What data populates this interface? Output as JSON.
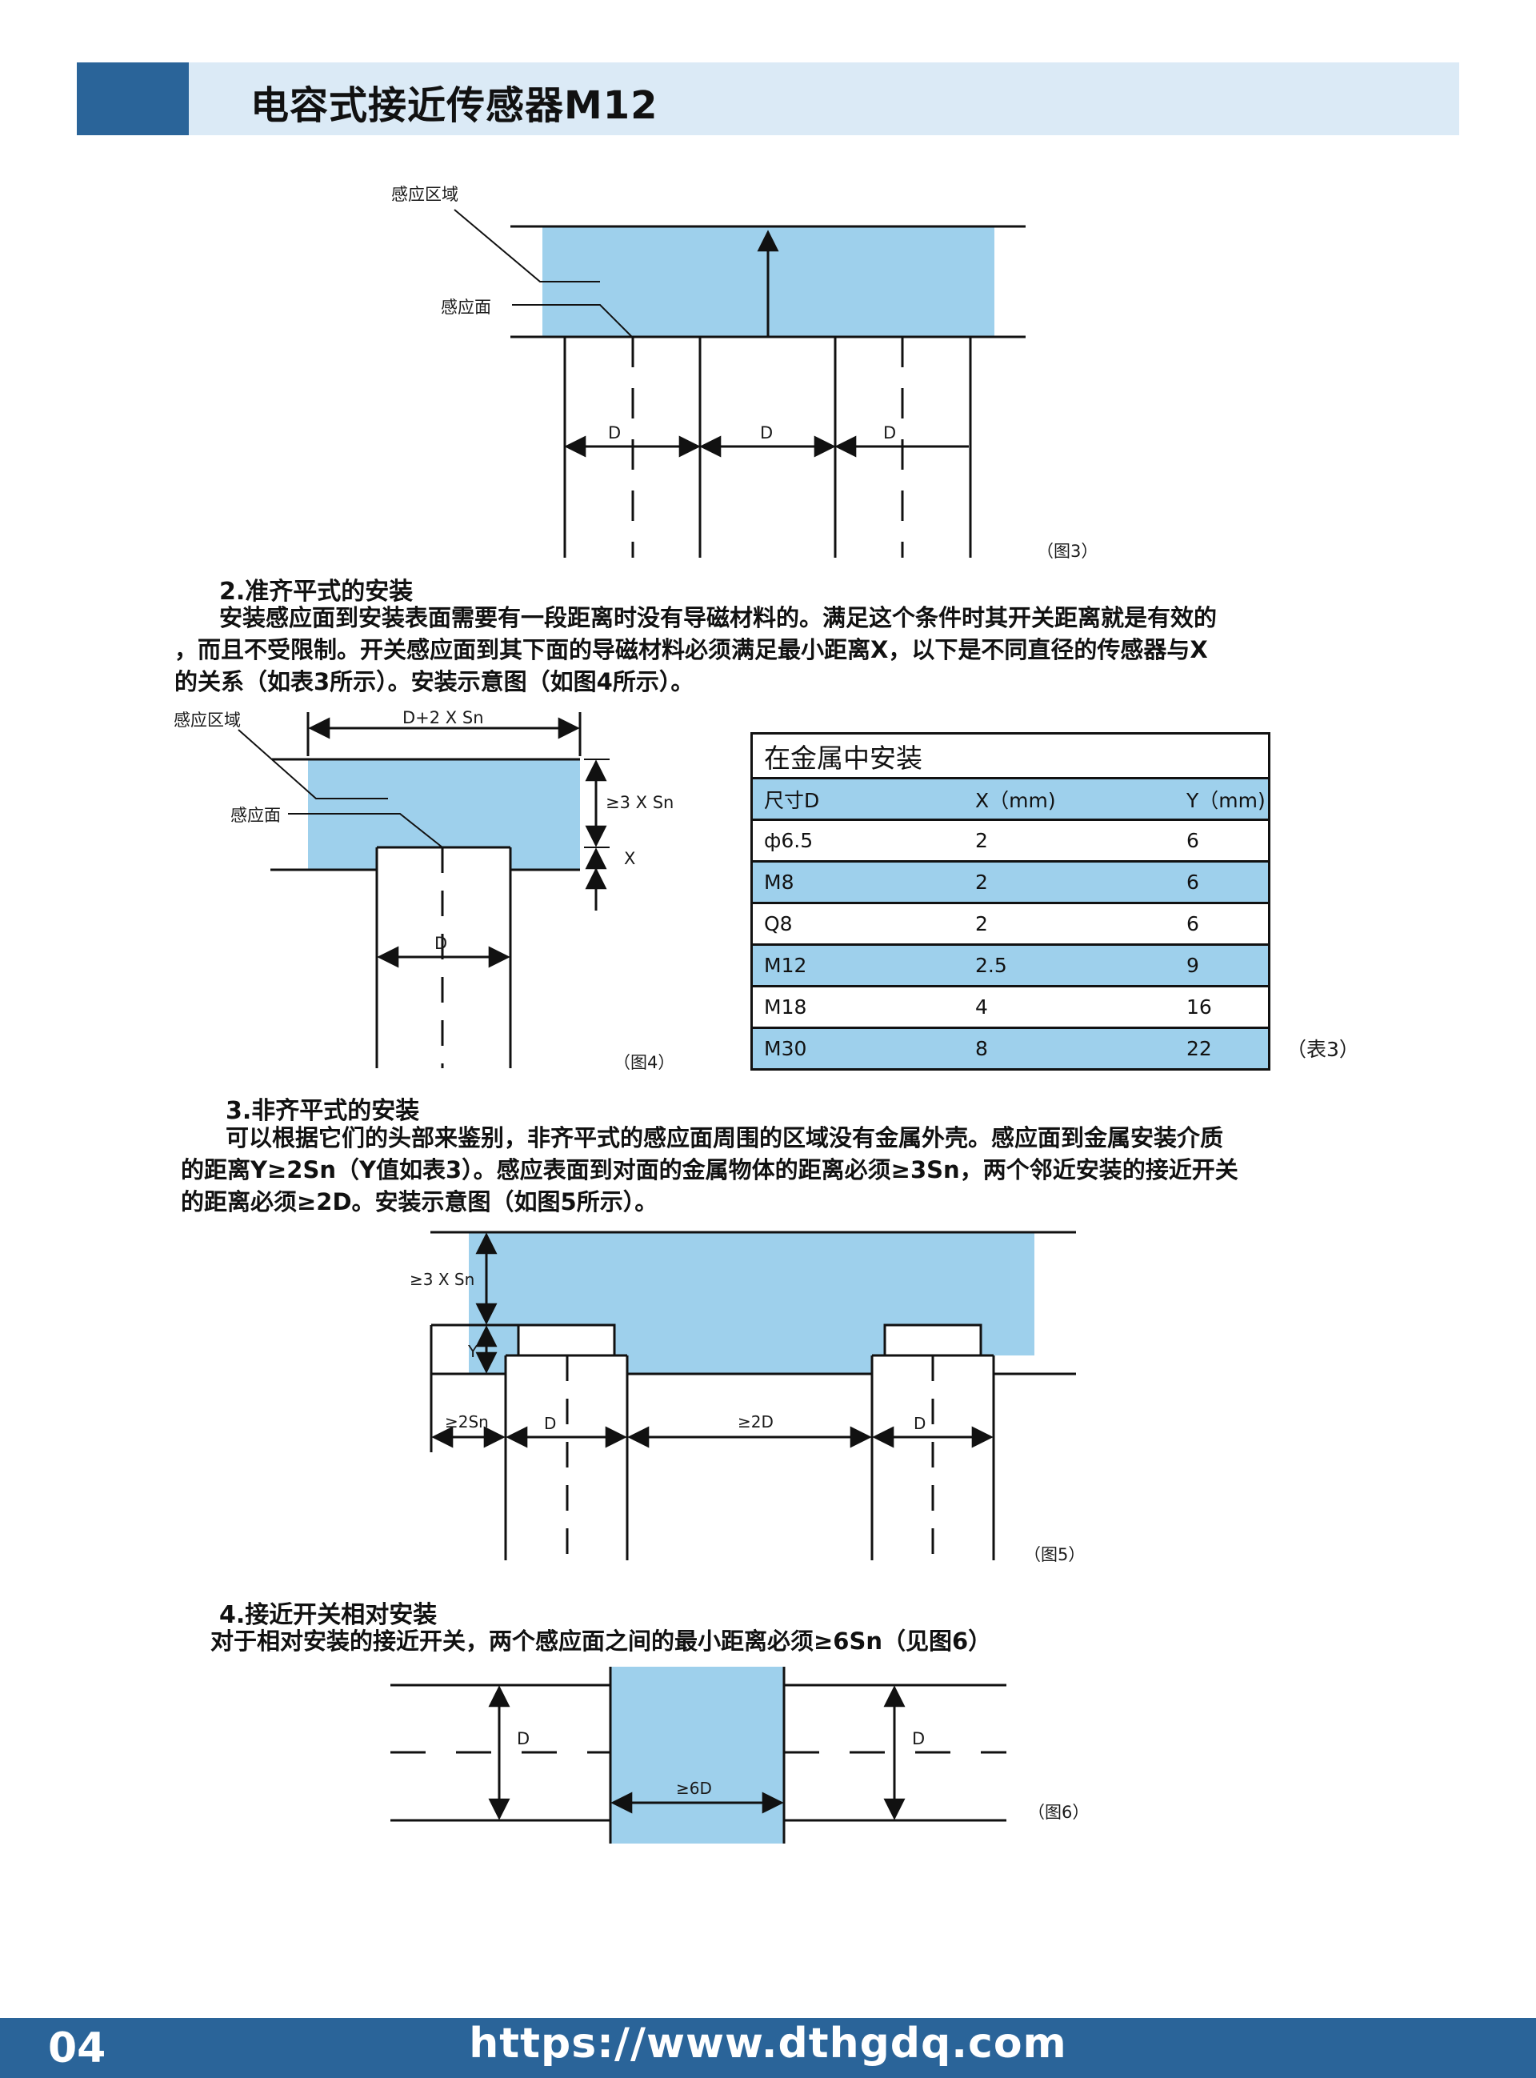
{
  "header": {
    "title": "电容式接近传感器M12"
  },
  "figure3": {
    "label_zone": "感应区域",
    "label_face": "感应面",
    "dim_d": "D",
    "caption": "（图3）"
  },
  "section2": {
    "title": "2.准齐平式的安装",
    "lines": [
      "安装感应面到安装表面需要有一段距离时没有导磁材料的。满足这个条件时其开关距离就是有效的",
      "，而且不受限制。开关感应面到其下面的导磁材料必须满足最小距离X，以下是不同直径的传感器与X",
      "的关系（如表3所示）。安装示意图（如图4所示）。"
    ]
  },
  "figure4": {
    "label_zone": "感应区域",
    "label_face": "感应面",
    "width_label": "D+2 X Sn",
    "height_label": "≥3 X Sn",
    "x_label": "X",
    "dim_d": "D",
    "caption": "（图4）"
  },
  "table3": {
    "caption": "在金属中安装",
    "headers": [
      "尺寸D",
      "X（mm)",
      "Y（mm)"
    ],
    "rows": [
      [
        "ф6.5",
        "2",
        "6"
      ],
      [
        "M8",
        "2",
        "6"
      ],
      [
        "Q8",
        "2",
        "6"
      ],
      [
        "M12",
        "2.5",
        "9"
      ],
      [
        "M18",
        "4",
        "16"
      ],
      [
        "M30",
        "8",
        "22"
      ]
    ],
    "note": "（表3）"
  },
  "section3": {
    "title": "3.非齐平式的安装",
    "lines": [
      "可以根据它们的头部来鉴别，非齐平式的感应面周围的区域没有金属外壳。感应面到金属安装介质",
      "的距离Y≥2Sn（Y值如表3）。感应表面到对面的金属物体的距离必须≥3Sn，两个邻近安装的接近开关",
      "的距离必须≥2D。安装示意图（如图5所示）。"
    ]
  },
  "figure5": {
    "height_label": "≥3 X Sn",
    "y_label": "Y",
    "gap_label": "≥2Sn",
    "dim_d": "D",
    "spacing_label": "≥2D",
    "caption": "（图5）"
  },
  "section4": {
    "title": "4.接近开关相对安装",
    "lines": [
      "对于相对安装的接近开关，两个感应面之间的最小距离必须≥6Sn（见图6）"
    ]
  },
  "figure6": {
    "dim_d": "D",
    "gap_label": "≥6D",
    "caption": "（图6）"
  },
  "footer": {
    "page": "04",
    "url": "https://www.dthgdq.com"
  },
  "colors": {
    "brand": "#2a6499",
    "zone": "#9ed0ec",
    "header_band": "#dbeaf6"
  }
}
